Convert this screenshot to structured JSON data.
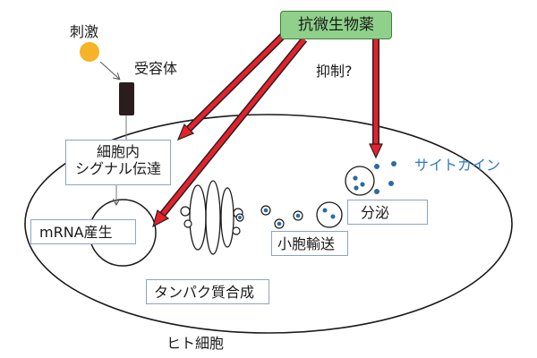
{
  "stimulus_label": "刺激",
  "receptor_label": "受容体",
  "drug_label": "抗微生物薬",
  "inhibition_label": "抑制?",
  "signal_box": {
    "line1": "細胞内",
    "line2": "シグナル伝達"
  },
  "mrna_box": "mRNA産生",
  "vesicle_box": "小胞輸送",
  "secretion_box": "分泌",
  "cytokine_label": "サイトカイン",
  "protein_box": "タンパク質合成",
  "cell_label": "ヒト細胞",
  "colors": {
    "stimulus": "#f5b325",
    "receptor": "#2b1d1d",
    "drug_fill": "#8fd18a",
    "inhibit_arrow": "#e8202b",
    "cytokine_dot": "#2a6aa3",
    "cytokine_text": "#2f7ac2",
    "box_border": "#8ea2c7"
  }
}
